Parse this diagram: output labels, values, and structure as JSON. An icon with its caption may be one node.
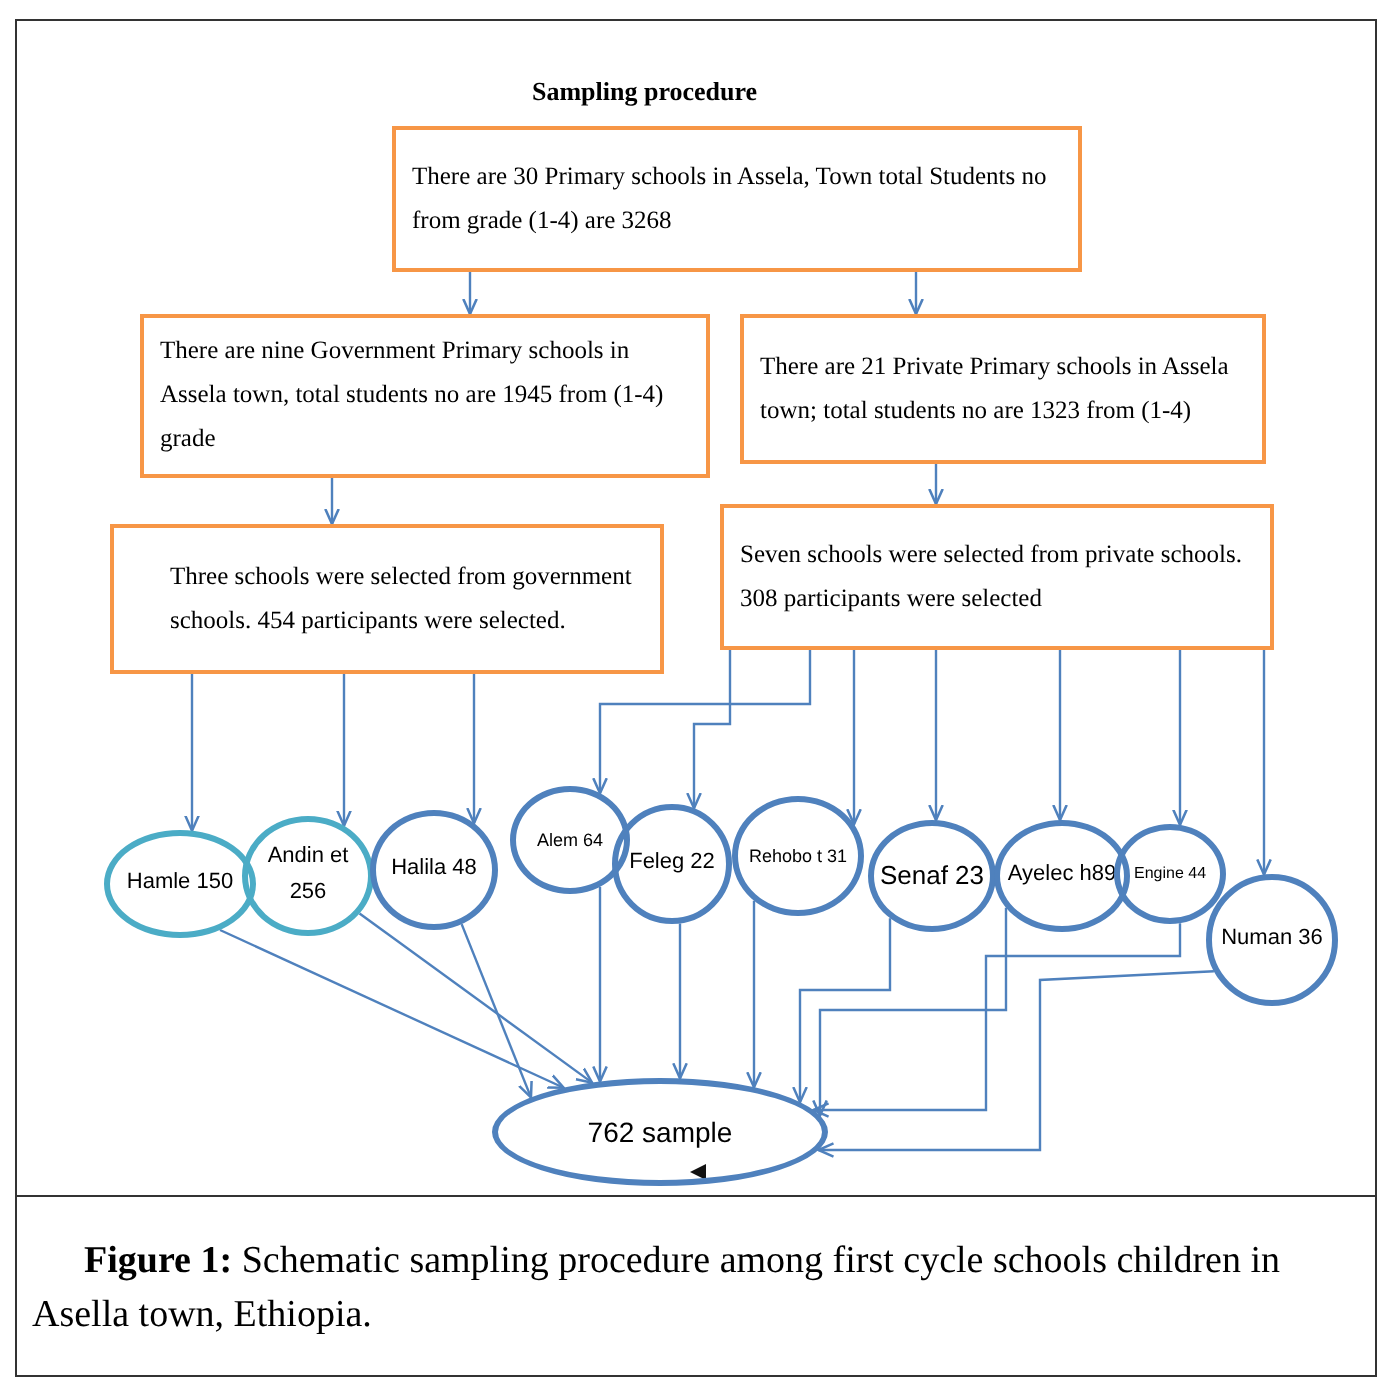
{
  "diagram": {
    "title": "Sampling procedure",
    "caption": "**Figure 1:** Schematic sampling procedure among first cycle schools children in Asella town, Ethiopia.",
    "nodes": [
      {
        "text": [
          "There are 30 Primary schools in Assela, Town total Students no from grade (1-4) are 3268"
        ]
      },
      {
        "text": [
          "There are nine Government Primary schools in Assela town, total students no are 1945 from (1-4) grade"
        ]
      },
      {
        "text": [
          "There are 21 Private Primary schools in Assela town; total students no are 1323 from (1-4)"
        ]
      },
      {
        "text": [
          "Three schools were selected from government schools. 454 participants were selected."
        ]
      },
      {
        "text": [
          "Seven schools were selected from private schools. 308 participants were selected"
        ]
      },
      {
        "text": [
          "Hamle 150"
        ]
      },
      {
        "text": [
          "Andin et 256"
        ]
      },
      {
        "text": [
          "Halila 48"
        ]
      },
      {
        "text": [
          "Alem 64"
        ]
      },
      {
        "text": [
          "Feleg 22"
        ]
      },
      {
        "text": [
          "Rehobo t 31"
        ]
      },
      {
        "text": [
          "Senaf 23"
        ]
      },
      {
        "text": [
          "Ayelec h89"
        ]
      },
      {
        "text": [
          "Engine 44"
        ]
      },
      {
        "text": [
          "Numan 36"
        ]
      },
      {
        "text": [
          "762 sample"
        ]
      }
    ],
    "edges": [
      {
        "from": 0,
        "to": 1,
        "arrow": "to"
      },
      {
        "from": 0,
        "to": 2,
        "arrow": "to"
      },
      {
        "from": 1,
        "to": 3,
        "arrow": "to"
      },
      {
        "from": 2,
        "to": 4,
        "arrow": "to"
      },
      {
        "from": 3,
        "to": 5,
        "arrow": "to"
      },
      {
        "from": 3,
        "to": 6,
        "arrow": "to"
      },
      {
        "from": 3,
        "to": 7,
        "arrow": "to"
      },
      {
        "from": 4,
        "to": 8,
        "arrow": "to"
      },
      {
        "from": 4,
        "to": 9,
        "arrow": "to"
      },
      {
        "from": 4,
        "to": 10,
        "arrow": "to"
      },
      {
        "from": 4,
        "to": 11,
        "arrow": "to"
      },
      {
        "from": 4,
        "to": 12,
        "arrow": "to"
      },
      {
        "from": 4,
        "to": 13,
        "arrow": "to"
      },
      {
        "from": 4,
        "to": 14,
        "arrow": "to"
      },
      {
        "from": 5,
        "to": 15,
        "arrow": "to"
      },
      {
        "from": 6,
        "to": 15,
        "arrow": "to"
      },
      {
        "from": 7,
        "to": 15,
        "arrow": "to"
      },
      {
        "from": 8,
        "to": 15,
        "arrow": "to"
      },
      {
        "from": 9,
        "to": 15,
        "arrow": "to"
      },
      {
        "from": 10,
        "to": 15,
        "arrow": "to"
      },
      {
        "from": 11,
        "to": 15,
        "arrow": "to"
      },
      {
        "from": 12,
        "to": 15,
        "arrow": "to"
      },
      {
        "from": 13,
        "to": 15,
        "arrow": "to"
      },
      {
        "from": 14,
        "to": 15,
        "arrow": "to"
      }
    ]
  }
}
